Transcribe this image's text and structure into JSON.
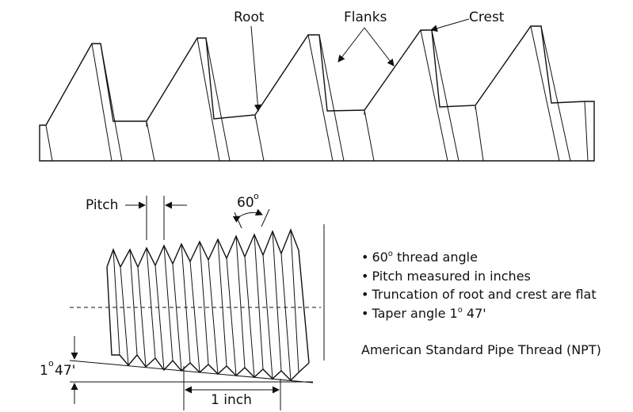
{
  "labels": {
    "root": "Root",
    "flanks": "Flanks",
    "crest": "Crest",
    "pitch": "Pitch",
    "angle": "60",
    "degree_symbol": "o",
    "taper_deg": "1",
    "taper_min": "47'",
    "one_inch": "1 inch"
  },
  "bullets": [
    {
      "bullet": "•",
      "main": "60",
      "sup": "o",
      "rest": " thread angle"
    },
    {
      "bullet": "•",
      "main": "Pitch measured in inches",
      "sup": "",
      "rest": ""
    },
    {
      "bullet": "•",
      "main": "Truncation of root and crest are flat",
      "sup": "",
      "rest": ""
    },
    {
      "bullet": "•",
      "main": "Taper angle 1",
      "sup": "o",
      "rest": " 47'"
    }
  ],
  "title": "American Standard Pipe Thread (NPT)",
  "colors": {
    "ink": "#111111",
    "background": "#ffffff"
  }
}
